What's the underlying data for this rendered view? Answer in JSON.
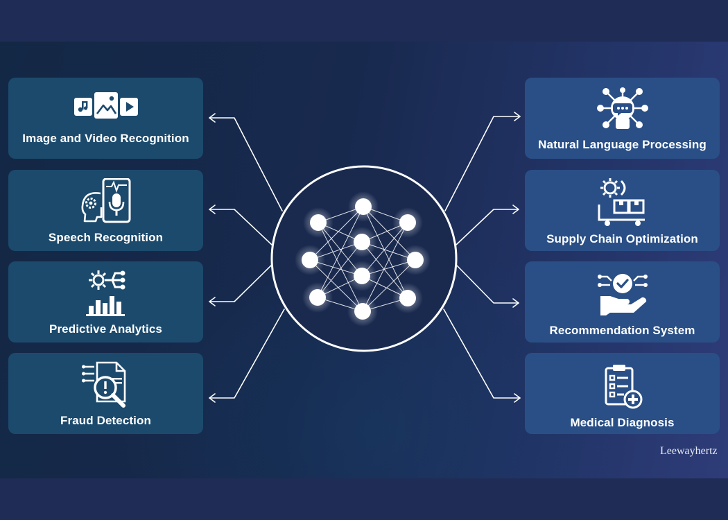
{
  "cards_left": [
    {
      "label": "Image and Video Recognition",
      "icon": "media-files-icon"
    },
    {
      "label": "Speech Recognition",
      "icon": "voice-mic-head-icon"
    },
    {
      "label": "Predictive Analytics",
      "icon": "gear-bar-chart-icon"
    },
    {
      "label": "Fraud Detection",
      "icon": "document-magnifier-alert-icon"
    }
  ],
  "cards_right": [
    {
      "label": "Natural Language Processing",
      "icon": "chat-robot-network-icon"
    },
    {
      "label": "Supply Chain Optimization",
      "icon": "gear-boxes-cart-icon"
    },
    {
      "label": "Recommendation System",
      "icon": "hand-badge-circuit-icon"
    },
    {
      "label": "Medical Diagnosis",
      "icon": "clipboard-medical-icon"
    }
  ],
  "center": {
    "icon": "neural-network-icon"
  },
  "brand": "Leewayhertz",
  "colors": {
    "background": "#1e2b52",
    "card_left": "#1c4a6c",
    "card_right": "#2a4f86",
    "lines": "#ffffff"
  }
}
